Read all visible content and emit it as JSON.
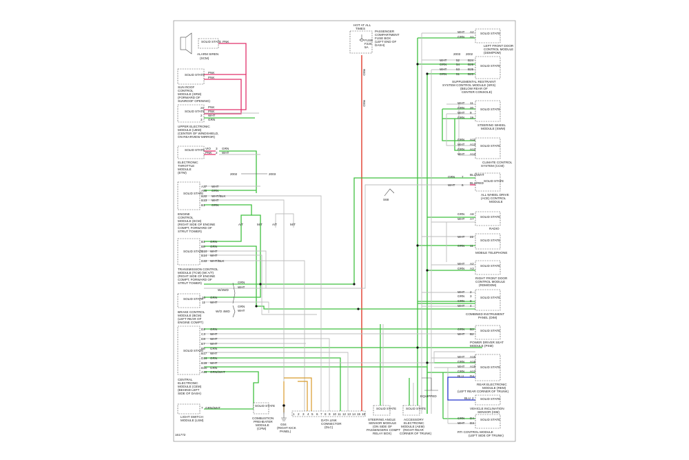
{
  "diagram_id": "161772",
  "left_components": {
    "alarm_siren": {
      "box": "SOLID STATE",
      "label": "ALARM SIREN",
      "sub": "(SCM)",
      "wire": "PNK"
    },
    "sunroof": {
      "box": "SOLID STATE",
      "lines": [
        "SUN ROOF",
        "CONTROL",
        "MODULE (SRM)",
        "(FORWARD OF",
        "SUNROOF OPENING)"
      ],
      "wires": [
        "PNK",
        "PNK"
      ]
    },
    "uem": {
      "box": "SOLID STATE",
      "lines": [
        "UPPER ELECTRONIC",
        "MODULE (UEM)",
        "(CENTER OF WINDSHIELD,",
        "ON REARVIEW MIRROR)"
      ],
      "pins": [
        "21",
        "2",
        "3"
      ],
      "wires": [
        "PNK",
        "PNK",
        "WHT",
        "GRN"
      ]
    },
    "etm": {
      "box": "SOLID STATE",
      "lines": [
        "ELECTRONIC",
        "THROTTLE",
        "MODULE",
        "(ETM)"
      ],
      "wires": [
        "VIO",
        "PNK"
      ],
      "pins": [
        "3",
        "2"
      ],
      "out": [
        "GRN",
        "WHT"
      ]
    },
    "ecm": {
      "box": "SOLID STATE",
      "lines": [
        "ENGINE",
        "CONTROL",
        "MODULE (ECM)",
        "(RIGHT SIDE OF ENGINE",
        "COMPT, FORWARD OF",
        "STRUT TOWER)"
      ],
      "pins": [
        "A37",
        "A55",
        "B22",
        "B13",
        "B1"
      ],
      "wires": [
        "WHT",
        "GRN",
        "WHT/BLK",
        "WHT",
        "GRN"
      ]
    },
    "tcm": {
      "box": "SOLID STATE",
      "lines": [
        "TRANSMISSION CONTROL",
        "MODULE (TCM)  (W/ A/T)",
        "(RIGHT SIDE OF ENGINE",
        "COMPT, FORWARD OF",
        "STRUT TOWER)"
      ],
      "pins": [
        "B1",
        "B8",
        "D10",
        "B14",
        "D22"
      ],
      "wires": [
        "GRN",
        "GRN",
        "WHT",
        "WHT",
        "WHT/BLK"
      ]
    },
    "bcm": {
      "box": "SOLID STATE",
      "lines": [
        "BRAKE CONTROL",
        "MODULE (BCM)",
        "(LEFT REAR OF",
        "ENGINE COMPT)"
      ],
      "pins": [
        "10",
        "11"
      ],
      "wires": [
        "GRN",
        "WHT"
      ],
      "variants": [
        "W/4WD",
        "W/O 4WD"
      ]
    },
    "cem": {
      "box": "SOLID STATE",
      "lines": [
        "CENTRAL",
        "ELECTRONIC",
        "MODULE (CEM)",
        "(BEHIND LEFT",
        "SIDE OF DASH)"
      ],
      "pins": [
        "D2",
        "C3",
        "D8",
        "B7",
        "B8",
        "B17",
        "D16",
        "B19",
        "D20",
        "A16"
      ],
      "wires": [
        "GRN",
        "WHT",
        "WHT",
        "WHT",
        "GRN",
        "WHT",
        "GRN",
        "WHT",
        "GRN",
        "GRN/WHT"
      ]
    },
    "lsm": {
      "box": "SOLID STATE",
      "lines": [
        "LIGHT SWITCH",
        "MODULE (LSM)"
      ],
      "pin": "7",
      "wire": "GRN/WHT"
    }
  },
  "bottom_components": {
    "cpm": {
      "box": "SOLID STATE",
      "lines": [
        "COMBUSTION",
        "PREHEATER",
        "MODULE",
        "(CPM)"
      ]
    },
    "ground": {
      "id": "G04",
      "lines": [
        "(RIGHT KICK",
        "PANEL)"
      ]
    },
    "dlc": {
      "lines": [
        "DATA LINK",
        "CONNECTOR",
        "(DLC)"
      ],
      "pins": [
        "1",
        "2",
        "3",
        "4",
        "5",
        "6",
        "7",
        "8",
        "9",
        "10",
        "11",
        "12",
        "13",
        "14",
        "15",
        "16"
      ]
    },
    "sasm": {
      "box": "SOLID STATE",
      "lines": [
        "STEERING ANGLE",
        "SENSOR MODULE",
        "(ON SIDE OF",
        "PASSENGERS COMPT",
        "RELAY BOX)"
      ]
    },
    "aem": {
      "box": "SOLID STATE",
      "lines": [
        "ACCESSORY",
        "ELECTRONIC",
        "MODULE (AEM)",
        "(RIGHT REAR",
        "CORNER OF TRUNK)"
      ]
    },
    "equipped": "EQUIPPED"
  },
  "fuse": {
    "lines": [
      "HOT AT ALL",
      "TIMES"
    ],
    "box": [
      "FUSE",
      "F220",
      "5A"
    ],
    "desc": [
      "PASSENGER",
      "COMPARTMENT",
      "FUSE BOX",
      "(LEFT END OF",
      "DASH)"
    ],
    "wire": "RED"
  },
  "right_components": {
    "lfdcm": {
      "box": "SOLID STATE",
      "pins": [
        "A2",
        "A1"
      ],
      "wires": [
        "WHT",
        "GRN"
      ],
      "lines": [
        "LEFT FRONT DOOR",
        "CONTROL MODULE",
        "(DDM/PDM)"
      ]
    },
    "srs": {
      "box": "SOLID STATE",
      "years": [
        "2003",
        "2002"
      ],
      "pins": [
        [
          "52",
          "B24"
        ],
        [
          "54",
          "B26"
        ],
        [
          "53",
          "B25"
        ],
        [
          "51",
          "B23"
        ]
      ],
      "wires": [
        "WHT",
        "GRN",
        "WHT",
        "GRN"
      ],
      "lines": [
        "SUPPLEMENTAL RESTRAINT",
        "SYSTEM CONTROL MODULE (SRS)",
        "(BELOW REAR OF",
        "CENTER CONSOLE)"
      ]
    },
    "swm": {
      "box": "SOLID STATE",
      "pins": [
        "11",
        "20",
        "9",
        "19"
      ],
      "wires": [
        "WHT",
        "GRN",
        "WHT",
        "GRN"
      ],
      "lines": [
        "STEERING WHEEL",
        "MODULE (SWM)"
      ]
    },
    "ccm": {
      "box": "SOLID STATE",
      "pins": [
        "A11",
        "A13",
        "A12",
        "A14"
      ],
      "wires": [
        "GRN",
        "WHT",
        "GRN",
        "WHT"
      ],
      "lines": [
        "CLIMATE CONTROL",
        "SYSTEM (CCM)"
      ]
    },
    "awd": {
      "box": "SOLID STATE",
      "pins": [
        "7",
        "6"
      ],
      "wires": [
        "GRN",
        "WHT"
      ],
      "out": [
        "BLU/WHT",
        "BLU/RED"
      ],
      "lines": [
        "ALL WHEEL DRIVE",
        "(ACE) CONTROL",
        "MODULE"
      ]
    },
    "radio": {
      "box": "SOLID STATE",
      "pins": [
        "A8",
        "A7"
      ],
      "wires": [
        "GRN",
        "WHT"
      ],
      "lines": [
        "RADIO"
      ]
    },
    "phone": {
      "box": "SOLID STATE",
      "pins": [
        "22",
        "11"
      ],
      "wires": [
        "WHT",
        "GRN"
      ],
      "lines": [
        "MOBILE TELEPHONE"
      ]
    },
    "rfdcm": {
      "box": "SOLID STATE",
      "pins": [
        "A2",
        "A3"
      ],
      "wires": [
        "WHT",
        "GRN"
      ],
      "lines": [
        "RIGHT FRONT DOOR",
        "CONTROL MODULE",
        "(RDM/DDM)"
      ]
    },
    "dim": {
      "box": "SOLID STATE",
      "pins": [
        "2",
        "3",
        "9",
        "4"
      ],
      "wires": [
        "WHT",
        "GRN",
        "GRN",
        "WHT"
      ],
      "lines": [
        "COMBINED INSTRUMENT",
        "PANEL (DIM)"
      ]
    },
    "pdsm": {
      "box": "SOLID STATE",
      "pins": [
        "B3",
        "B2"
      ],
      "wires": [
        "GRN",
        "WHT"
      ],
      "lines": [
        "POWER DRIVER SEAT",
        "MODULE (PSM)"
      ]
    },
    "rem": {
      "box": "SOLID STATE",
      "pins": [
        "A15",
        "A16",
        "A15",
        "A17",
        "D4"
      ],
      "wires": [
        "WHT",
        "GRN",
        "WHT",
        "GRN",
        "BLU"
      ],
      "lines": [
        "REAR ELECTRONIC",
        "MODULE (REM)",
        "(LEFT REAR CORNER OF TRUNK)"
      ]
    },
    "vis": {
      "box": "SOLID STATE",
      "pin": "2",
      "wire": "BLU",
      "lines": [
        "VEHICLE INCLINATION",
        "SENSOR (ISM)"
      ]
    },
    "rti": {
      "box": "SOLID STATE",
      "pins": [
        "D4",
        "D3"
      ],
      "wires": [
        "GRN",
        "WHT"
      ],
      "lines": [
        "RTI CONTROL MODULE",
        "(LEFT SIDE OF TRUNK)"
      ]
    }
  },
  "center_labels": {
    "s68": "S68",
    "year_2002": "2002",
    "year_2003": "2003",
    "at": "A/T",
    "mt": "M/T"
  }
}
